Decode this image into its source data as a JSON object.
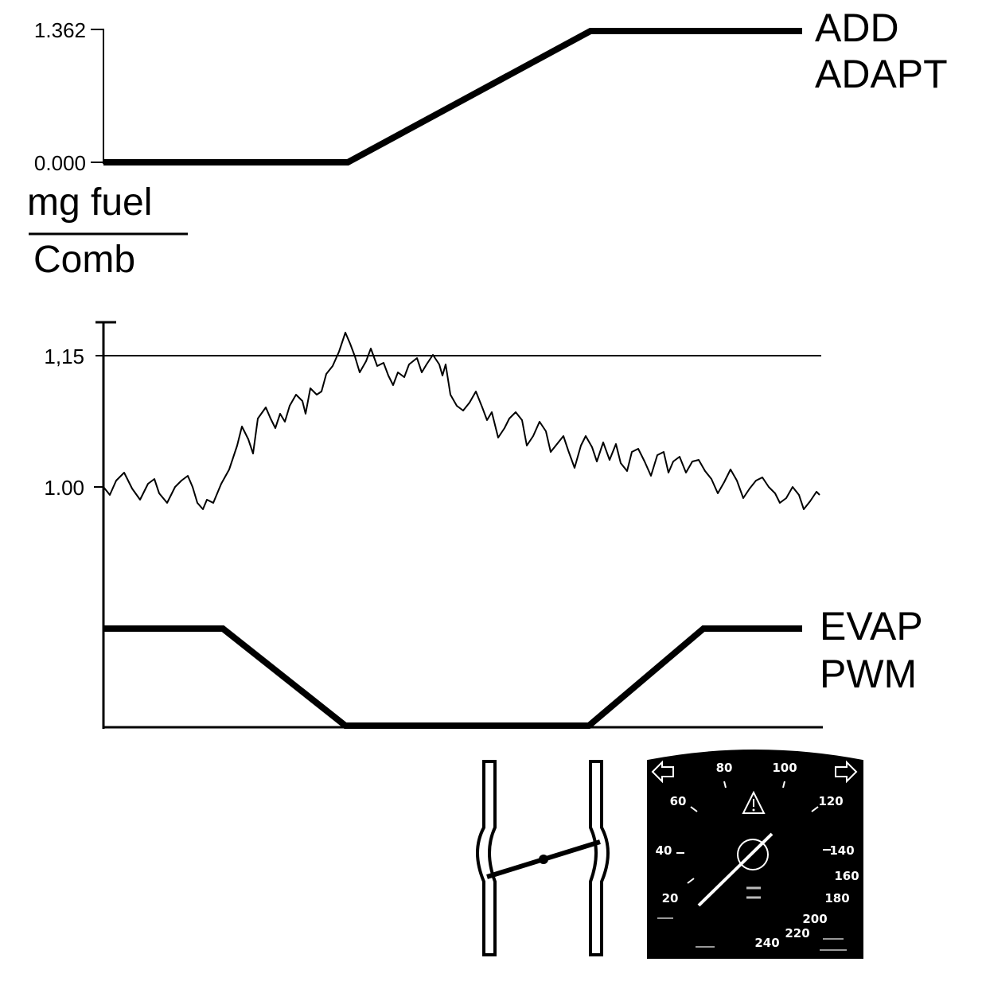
{
  "top_chart": {
    "y_tick_top": "1.362",
    "y_tick_bottom": "0.000",
    "unit_numerator": "mg fuel",
    "unit_denominator": "Comb",
    "series_label_line1": "ADD",
    "series_label_line2": "ADAPT"
  },
  "middle_chart": {
    "y_tick_upper": "1,15",
    "y_tick_lower": "1.00"
  },
  "bottom_chart": {
    "series_label_line1": "EVAP",
    "series_label_line2": "PWM"
  },
  "speedometer": {
    "tick_labels": [
      "20",
      "40",
      "60",
      "80",
      "100",
      "120",
      "140",
      "160",
      "180",
      "200",
      "220",
      "240"
    ],
    "warning_icon": "warning-triangle-icon",
    "left_arrow_icon": "turn-left-arrow-icon",
    "right_arrow_icon": "turn-right-arrow-icon",
    "colors": {
      "face": "#000000",
      "markings": "#ffffff"
    }
  },
  "throttle_icon": "throttle-body-valve-icon"
}
